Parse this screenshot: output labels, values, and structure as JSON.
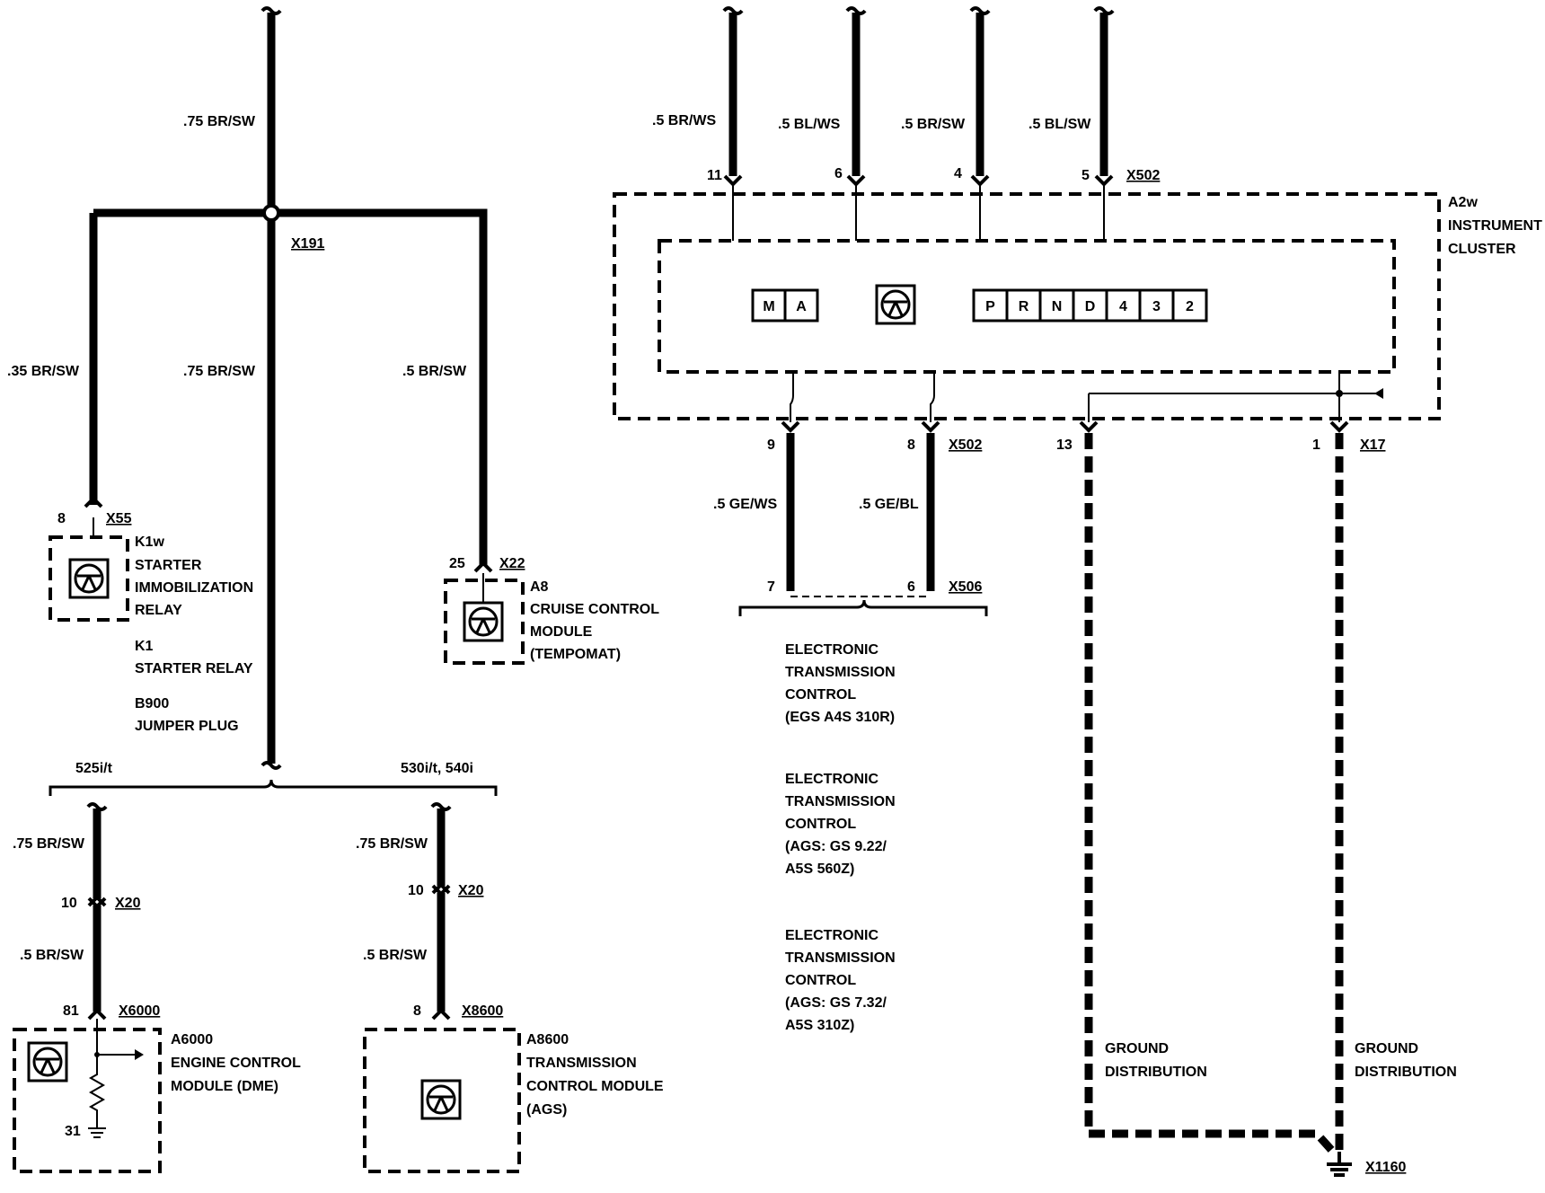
{
  "wires": {
    "top_main": ".75 BR/SW",
    "k1w": ".35 BR/SW",
    "center_main": ".75 BR/SW",
    "a8": ".5 BR/SW",
    "w11": ".5 BR/WS",
    "w6": ".5 BL/WS",
    "w4": ".5 BR/SW",
    "w5": ".5 BL/SW",
    "w9": ".5 GE/WS",
    "w8": ".5 GE/BL",
    "dme_upper": ".75 BR/SW",
    "dme_lower": ".5 BR/SW",
    "ags_upper": ".75 BR/SW",
    "ags_lower": ".5 BR/SW"
  },
  "connectors": {
    "x191": "X191",
    "x55": "X55",
    "x22": "X22",
    "x502_top": "X502",
    "x502_bottom": "X502",
    "x17": "X17",
    "x506": "X506",
    "x20_left": "X20",
    "x20_right": "X20",
    "x6000": "X6000",
    "x8600": "X8600",
    "x1160": "X1160"
  },
  "pins": {
    "x55": "8",
    "x22": "25",
    "p11": "11",
    "p6": "6",
    "p4": "4",
    "p5": "5",
    "p9": "9",
    "p8": "8",
    "p13": "13",
    "p1": "1",
    "p7b": "7",
    "p6b": "6",
    "x20_left": "10",
    "x20_right": "10",
    "x6000": "81",
    "x6000_gnd": "31",
    "x8600": "8"
  },
  "variants": {
    "left": "525i/t",
    "right": "530i/t, 540i"
  },
  "components": {
    "k1w": [
      "K1w",
      "STARTER",
      "IMMOBILIZATION",
      "RELAY"
    ],
    "k1": [
      "K1",
      "STARTER RELAY"
    ],
    "b900": [
      "B900",
      "JUMPER PLUG"
    ],
    "a8": [
      "A8",
      "CRUISE CONTROL",
      "MODULE",
      "(TEMPOMAT)"
    ],
    "a2w": [
      "A2w",
      "INSTRUMENT",
      "CLUSTER"
    ],
    "a6000": [
      "A6000",
      "ENGINE CONTROL",
      "MODULE (DME)"
    ],
    "a8600": [
      "A8600",
      "TRANSMISSION",
      "CONTROL MODULE",
      "(AGS)"
    ]
  },
  "cluster_display": {
    "mode_keys": [
      "M",
      "A"
    ],
    "gears": [
      "P",
      "R",
      "N",
      "D",
      "4",
      "3",
      "2"
    ]
  },
  "notes": {
    "egs": [
      "ELECTRONIC",
      "TRANSMISSION",
      "CONTROL",
      "(EGS A4S 310R)"
    ],
    "ags1": [
      "ELECTRONIC",
      "TRANSMISSION",
      "CONTROL",
      "(AGS: GS 9.22/",
      "A5S 560Z)"
    ],
    "ags2": [
      "ELECTRONIC",
      "TRANSMISSION",
      "CONTROL",
      "(AGS: GS 7.32/",
      "A5S 310Z)"
    ],
    "ground_left": [
      "GROUND",
      "DISTRIBUTION"
    ],
    "ground_right": [
      "GROUND",
      "DISTRIBUTION"
    ]
  }
}
